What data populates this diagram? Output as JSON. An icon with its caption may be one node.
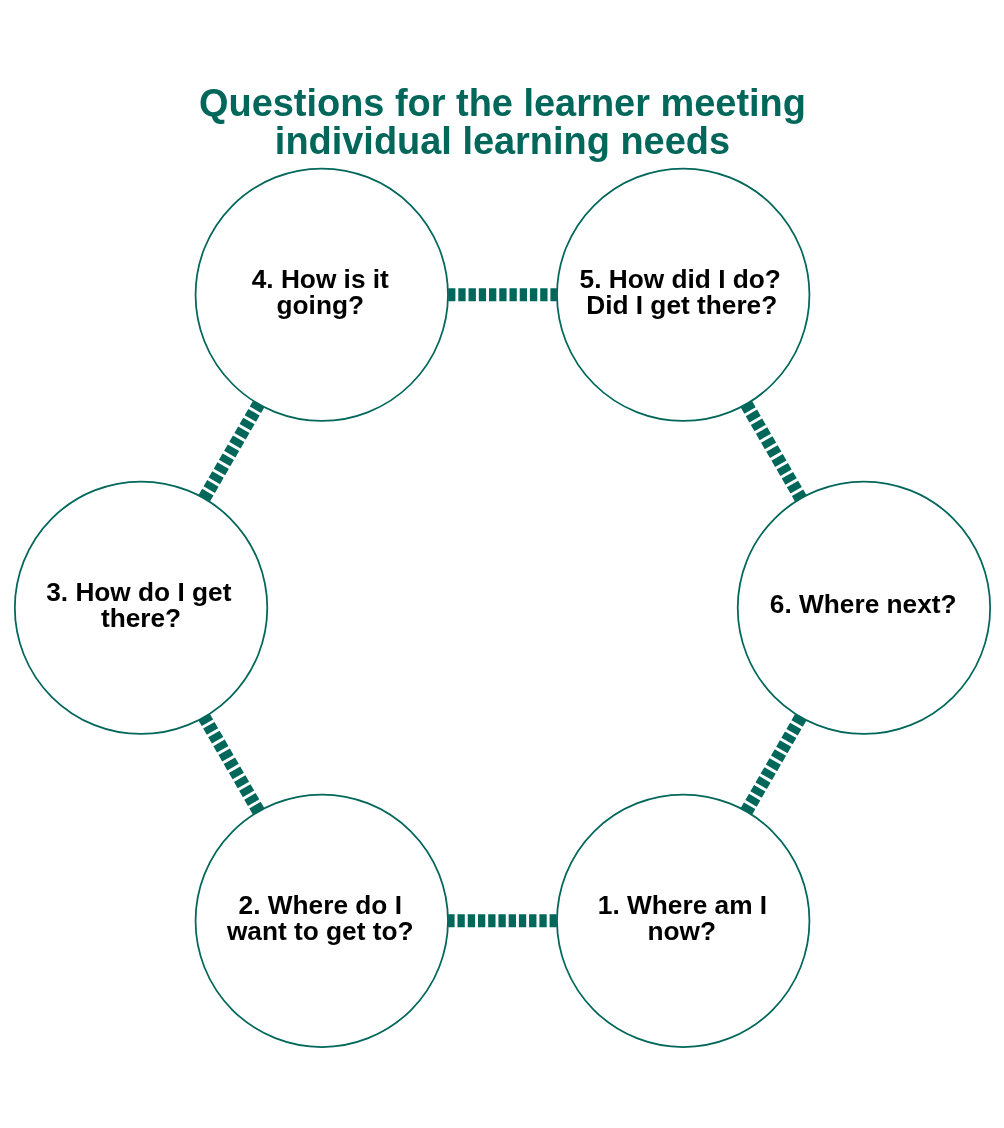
{
  "diagram": {
    "title": "Questions for the learner meeting individual learning needs",
    "nodes": [
      {
        "text": [
          "1. Where am I now?"
        ]
      },
      {
        "text": [
          "2. Where do I want to get to?"
        ]
      },
      {
        "text": [
          "3. How do I get there?"
        ]
      },
      {
        "text": [
          "4. How is it going?"
        ]
      },
      {
        "text": [
          "5. How did I do? Did I get there?"
        ]
      },
      {
        "text": [
          "6. Where next?"
        ]
      }
    ],
    "edges": [
      {
        "from": 0,
        "to": 1,
        "arrow": "none",
        "style": "dashed"
      },
      {
        "from": 1,
        "to": 2,
        "arrow": "none",
        "style": "dashed"
      },
      {
        "from": 2,
        "to": 3,
        "arrow": "none",
        "style": "dashed"
      },
      {
        "from": 3,
        "to": 4,
        "arrow": "none",
        "style": "dashed"
      },
      {
        "from": 4,
        "to": 5,
        "arrow": "none",
        "style": "dashed"
      },
      {
        "from": 5,
        "to": 0,
        "arrow": "none",
        "style": "dashed"
      }
    ]
  }
}
